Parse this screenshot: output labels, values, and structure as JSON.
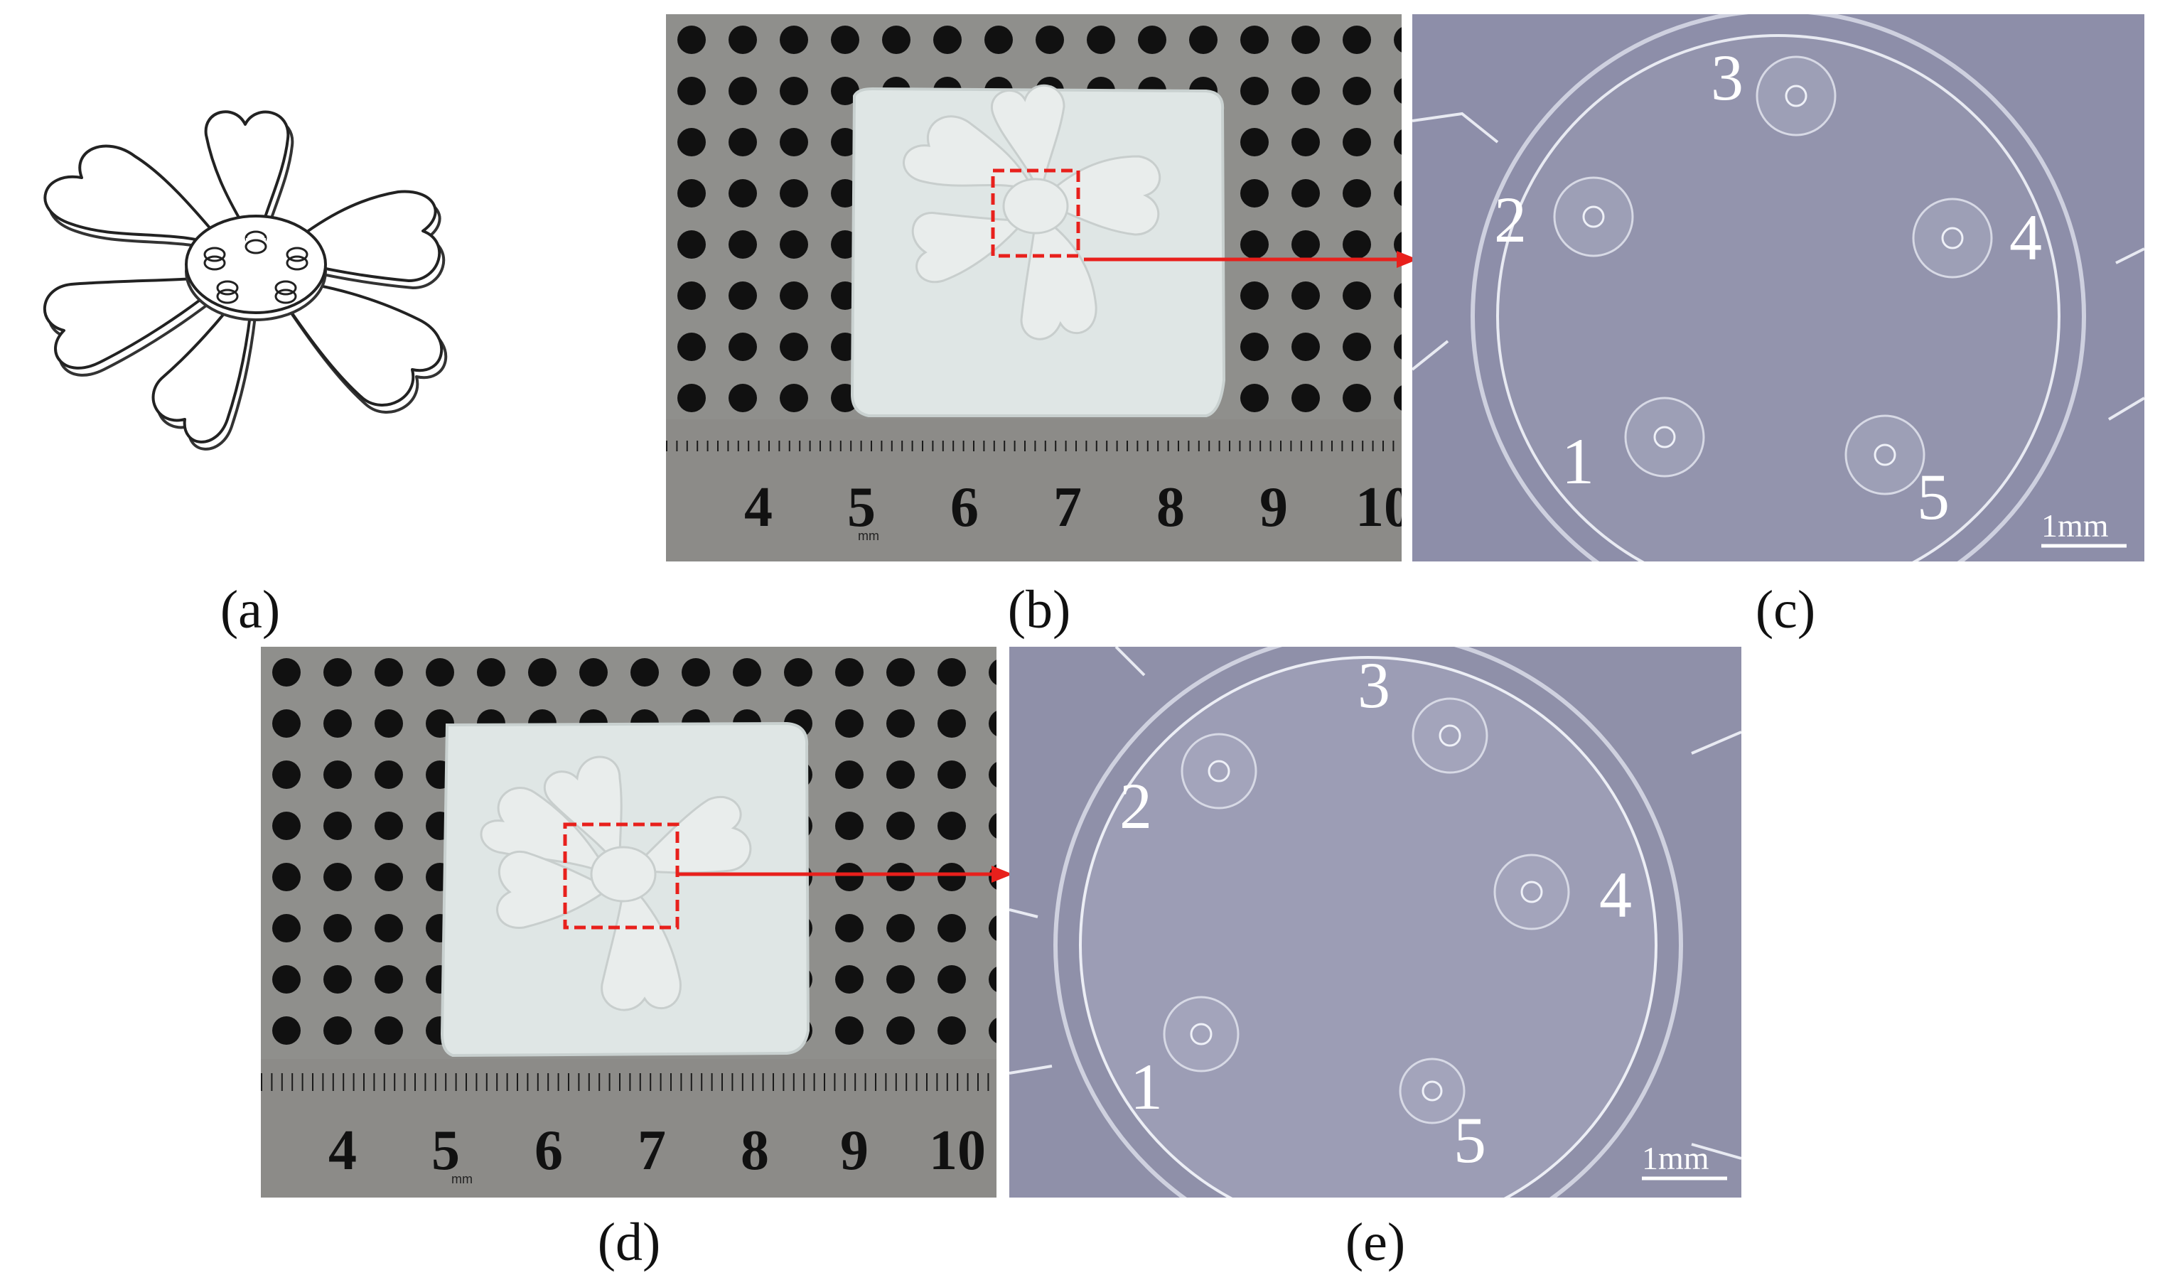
{
  "captions": {
    "a": "(a)",
    "b": "(b)",
    "c": "(c)",
    "d": "(d)",
    "e": "(e)"
  },
  "panel_b": {
    "ruler": [
      "4",
      "5",
      "6",
      "7",
      "8",
      "9",
      "10"
    ],
    "ruler_unit": "mm"
  },
  "panel_c": {
    "labels": [
      "1",
      "2",
      "3",
      "4",
      "5"
    ],
    "scale_bar": "1mm"
  },
  "panel_d": {
    "ruler": [
      "4",
      "5",
      "6",
      "7",
      "8",
      "9",
      "10"
    ],
    "ruler_unit": "mm"
  },
  "panel_e": {
    "labels": [
      "1",
      "2",
      "3",
      "4",
      "5"
    ],
    "scale_bar": "1mm"
  },
  "colors": {
    "highlight": "#e8201c",
    "metal": "#8e8e8c",
    "silicone": "#dde3e2",
    "micro_bg": "#8e8fa9"
  }
}
